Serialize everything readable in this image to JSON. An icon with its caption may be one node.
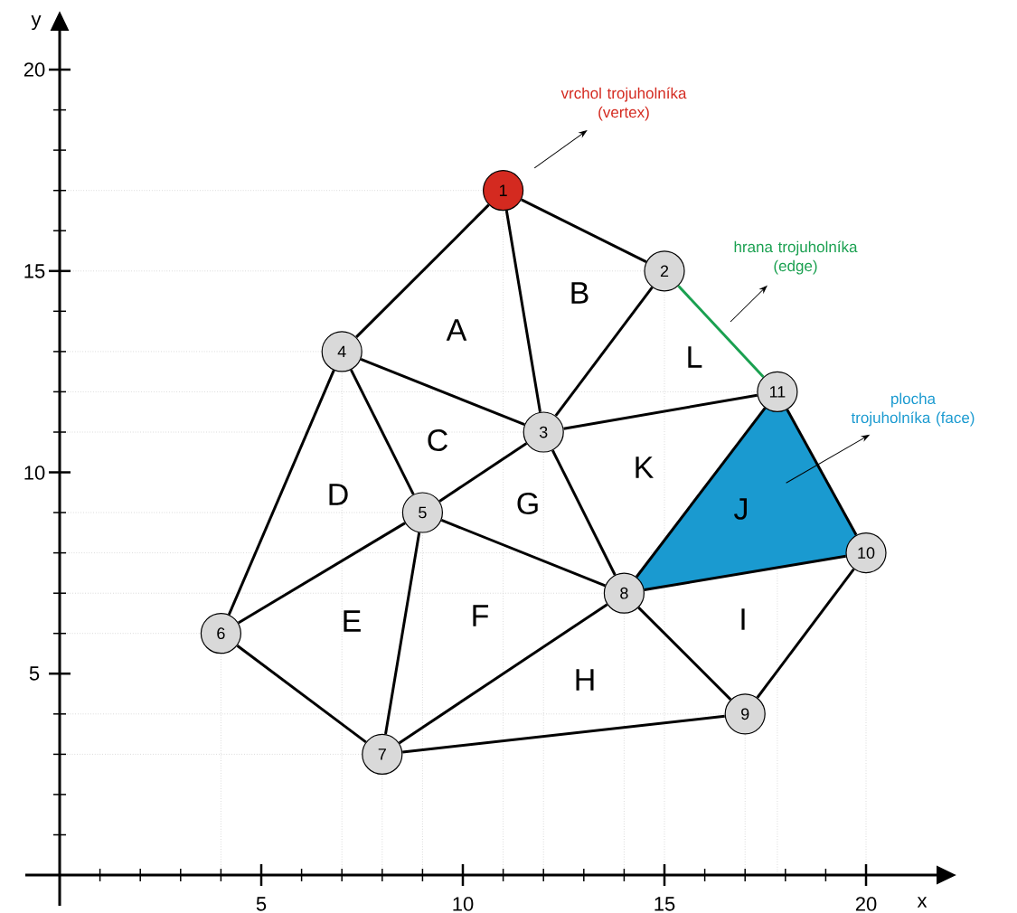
{
  "diagram": {
    "nodes": [
      {
        "text": [
          "1"
        ]
      },
      {
        "text": [
          "2"
        ]
      },
      {
        "text": [
          "3"
        ]
      },
      {
        "text": [
          "4"
        ]
      },
      {
        "text": [
          "5"
        ]
      },
      {
        "text": [
          "6"
        ]
      },
      {
        "text": [
          "7"
        ]
      },
      {
        "text": [
          "8"
        ]
      },
      {
        "text": [
          "9"
        ]
      },
      {
        "text": [
          "10"
        ]
      },
      {
        "text": [
          "11"
        ]
      },
      {
        "text": [
          "J"
        ]
      },
      {
        "text": [
          "vrchol trojuholníka (vertex)"
        ]
      },
      {
        "text": [
          "hrana trojuholníka (edge)"
        ]
      },
      {
        "text": [
          "plocha trojuholníka (face)"
        ]
      }
    ],
    "edges": [
      {
        "from": 0,
        "to": 1,
        "arrow": "none"
      },
      {
        "from": 0,
        "to": 3,
        "arrow": "none"
      },
      {
        "from": 0,
        "to": 2,
        "arrow": "none"
      },
      {
        "from": 1,
        "to": 2,
        "arrow": "none"
      },
      {
        "from": 1,
        "to": 10,
        "arrow": "none",
        "color": "#1aa050"
      },
      {
        "from": 3,
        "to": 2,
        "arrow": "none"
      },
      {
        "from": 3,
        "to": 4,
        "arrow": "none"
      },
      {
        "from": 3,
        "to": 5,
        "arrow": "none"
      },
      {
        "from": 2,
        "to": 10,
        "arrow": "none"
      },
      {
        "from": 2,
        "to": 4,
        "arrow": "none"
      },
      {
        "from": 2,
        "to": 7,
        "arrow": "none"
      },
      {
        "from": 4,
        "to": 5,
        "arrow": "none"
      },
      {
        "from": 4,
        "to": 6,
        "arrow": "none"
      },
      {
        "from": 4,
        "to": 7,
        "arrow": "none"
      },
      {
        "from": 5,
        "to": 6,
        "arrow": "none"
      },
      {
        "from": 6,
        "to": 7,
        "arrow": "none"
      },
      {
        "from": 6,
        "to": 8,
        "arrow": "none"
      },
      {
        "from": 7,
        "to": 10,
        "arrow": "none"
      },
      {
        "from": 7,
        "to": 9,
        "arrow": "none"
      },
      {
        "from": 7,
        "to": 8,
        "arrow": "none"
      },
      {
        "from": 8,
        "to": 9,
        "arrow": "none"
      },
      {
        "from": 9,
        "to": 10,
        "arrow": "none"
      },
      {
        "from": 0,
        "to": 12,
        "arrow": "to"
      },
      {
        "from": null,
        "to": 13,
        "arrow": "to"
      },
      {
        "from": 11,
        "to": 14,
        "arrow": "to"
      }
    ],
    "labels": [
      "y",
      "20",
      "15",
      "10",
      "5",
      "A",
      "B",
      "C",
      "D",
      "E",
      "F",
      "G",
      "H",
      "I",
      "K",
      "L",
      "5",
      "10",
      "15",
      "20",
      "x"
    ]
  }
}
